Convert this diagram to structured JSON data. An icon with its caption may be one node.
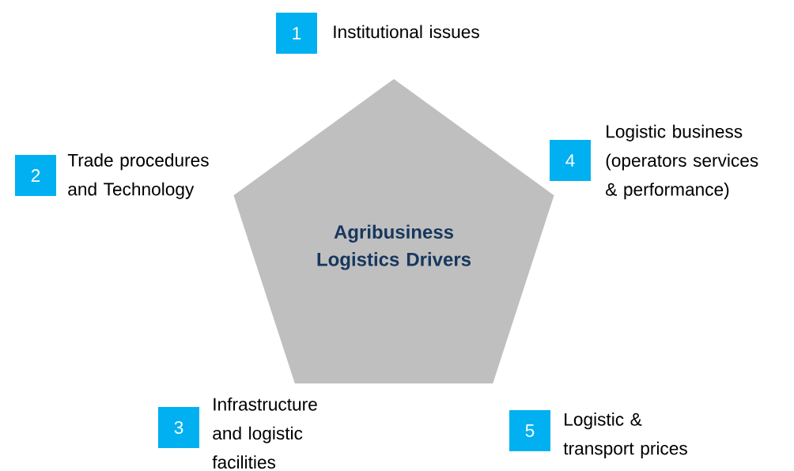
{
  "diagram": {
    "nodes": [
      {
        "text": [
          "Agribusiness Logistics Drivers"
        ]
      },
      {
        "text": [
          "1"
        ],
        "beside": [
          "Institutional issues"
        ]
      },
      {
        "text": [
          "2"
        ],
        "beside": [
          "Trade procedures and Technology"
        ]
      },
      {
        "text": [
          "3"
        ],
        "beside": [
          "Infrastructure and logistic facilities"
        ]
      },
      {
        "text": [
          "4"
        ],
        "beside": [
          "Logistic business (operators services & performance)"
        ]
      },
      {
        "text": [
          "5"
        ],
        "beside": [
          "Logistic & transport prices"
        ]
      }
    ]
  }
}
